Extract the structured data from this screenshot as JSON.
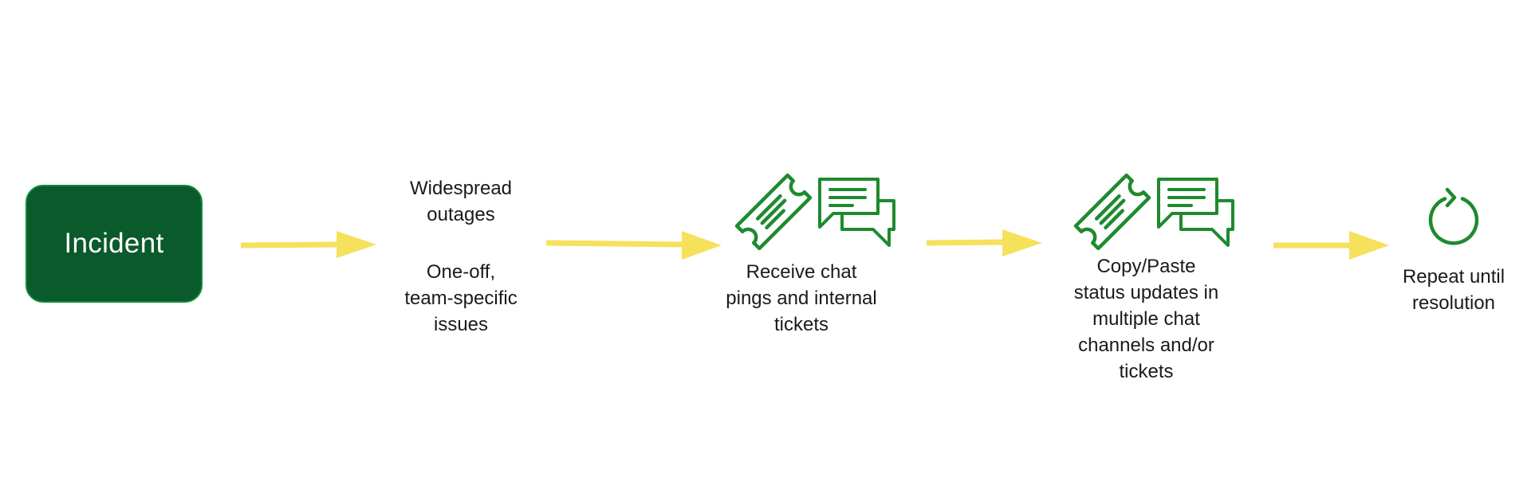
{
  "colors": {
    "incident_fill": "#0a5a2c",
    "incident_border": "#138a36",
    "icon_green": "#1e8a2e",
    "arrow_yellow": "#f6e15d",
    "text": "#1a1a1a"
  },
  "incident": {
    "label": "Incident"
  },
  "sources": {
    "widespread": [
      "Widespread",
      "outages"
    ],
    "oneoff": [
      "One-off,",
      "team-specific",
      "issues"
    ]
  },
  "steps": [
    {
      "icons": [
        "ticket-icon",
        "chat-bubbles-icon"
      ],
      "lines": [
        "Receive chat",
        "pings and internal",
        "tickets"
      ]
    },
    {
      "icons": [
        "ticket-icon",
        "chat-bubbles-icon"
      ],
      "lines": [
        "Copy/Paste",
        "status updates in",
        "multiple chat",
        "channels and/or",
        "tickets"
      ]
    },
    {
      "icons": [
        "refresh-icon"
      ],
      "lines": [
        "Repeat until",
        "resolution"
      ]
    }
  ]
}
